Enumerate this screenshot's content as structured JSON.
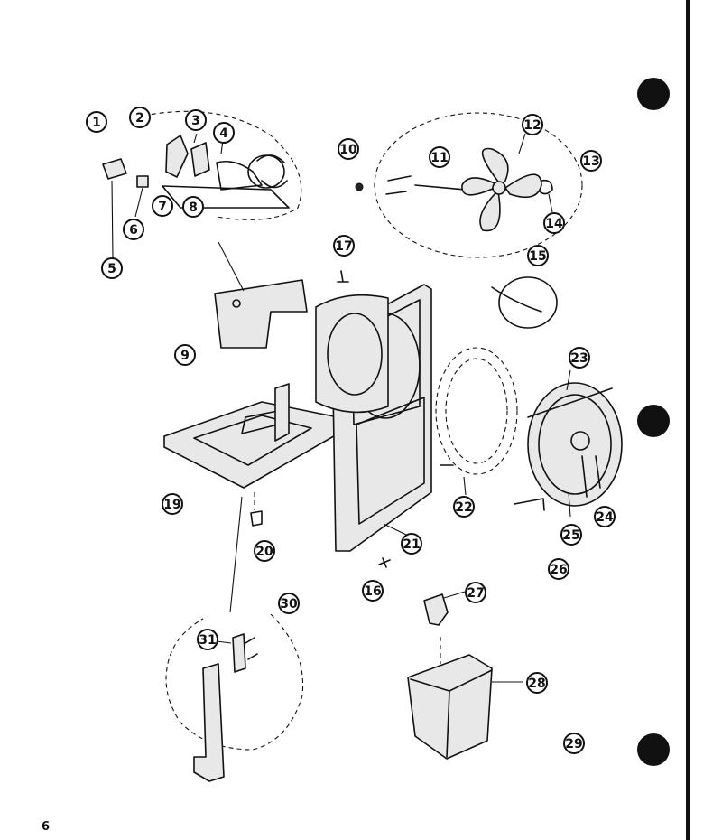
{
  "page_number": "6",
  "callouts": [
    "1",
    "2",
    "3",
    "4",
    "5",
    "6",
    "7",
    "8",
    "9",
    "10",
    "11",
    "12",
    "13",
    "14",
    "15",
    "16",
    "17",
    "19",
    "20",
    "21",
    "22",
    "23",
    "24",
    "25",
    "26",
    "27",
    "28",
    "29",
    "30",
    "31"
  ]
}
